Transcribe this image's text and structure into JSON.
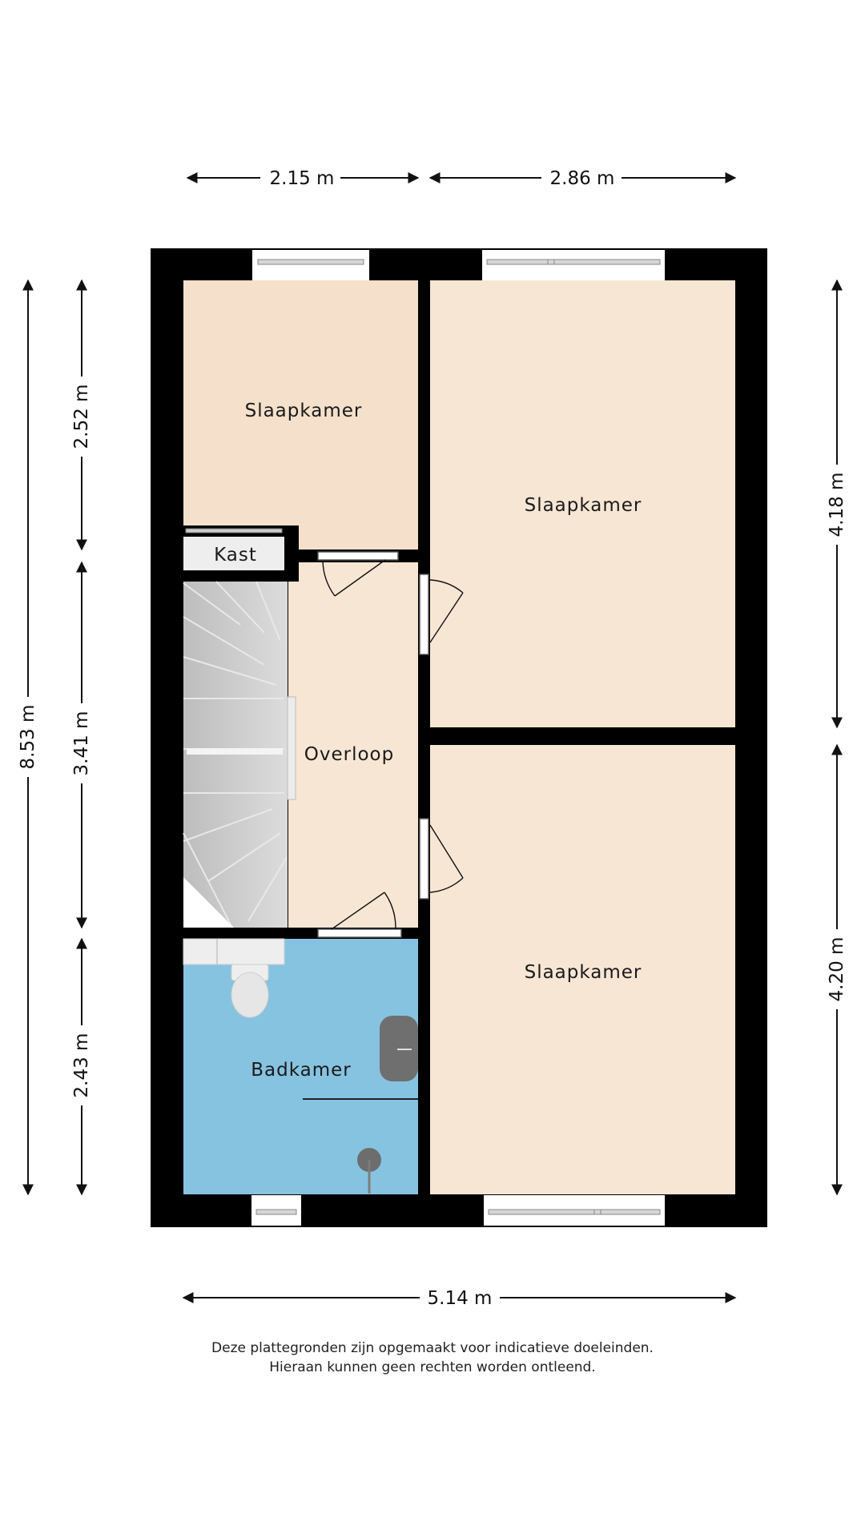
{
  "rooms": {
    "bedroom_top_left": "Slaapkamer",
    "bedroom_top_right": "Slaapkamer",
    "bedroom_bottom_right": "Slaapkamer",
    "closet": "Kast",
    "landing": "Overloop",
    "bathroom": "Badkamer"
  },
  "dimensions": {
    "top_left_width": "2.15 m",
    "top_right_width": "2.86 m",
    "total_width": "5.14 m",
    "total_height": "8.53 m",
    "left_top_height": "2.52 m",
    "left_middle_height": "3.41 m",
    "left_bottom_height": "2.43 m",
    "right_top_height": "4.18 m",
    "right_bottom_height": "4.20 m"
  },
  "disclaimer": {
    "line1": "Deze plattegronden zijn opgemaakt voor indicatieve doeleinden.",
    "line2": "Hieraan kunnen geen rechten worden ontleend."
  },
  "colors": {
    "wall": "#000000",
    "bedroom_fill": "#f8e6d4",
    "bedroom_small_fill": "#f5e1cb",
    "bathroom_fill": "#86c3e0",
    "stairs_fill": "#c9c9c9"
  }
}
